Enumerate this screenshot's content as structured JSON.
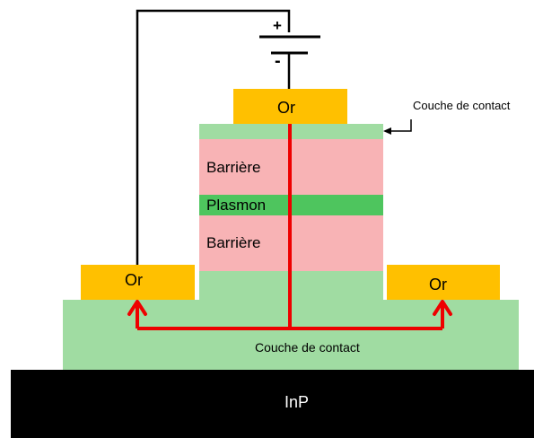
{
  "colors": {
    "substrate": "#000000",
    "contact_layer": "#a0dca2",
    "barrier": "#f8b3b5",
    "plasmon": "#4ec55e",
    "gold": "#ffc000",
    "current": "#ee0000",
    "wire": "#000000",
    "white_text": "#ffffff",
    "dark_text": "#000000"
  },
  "labels": {
    "top_gold": "Or",
    "left_gold": "Or",
    "right_gold": "Or",
    "barrier_upper": "Barrière",
    "plasmon": "Plasmon",
    "barrier_lower": "Barrière",
    "contact_top_annotation": "Couche de contact",
    "contact_bottom": "Couche de contact",
    "substrate": "InP",
    "battery_plus": "+",
    "battery_minus": "-"
  },
  "icons": {
    "battery": "battery-symbol-icon",
    "current_arrow": "arrow-up-icon"
  }
}
